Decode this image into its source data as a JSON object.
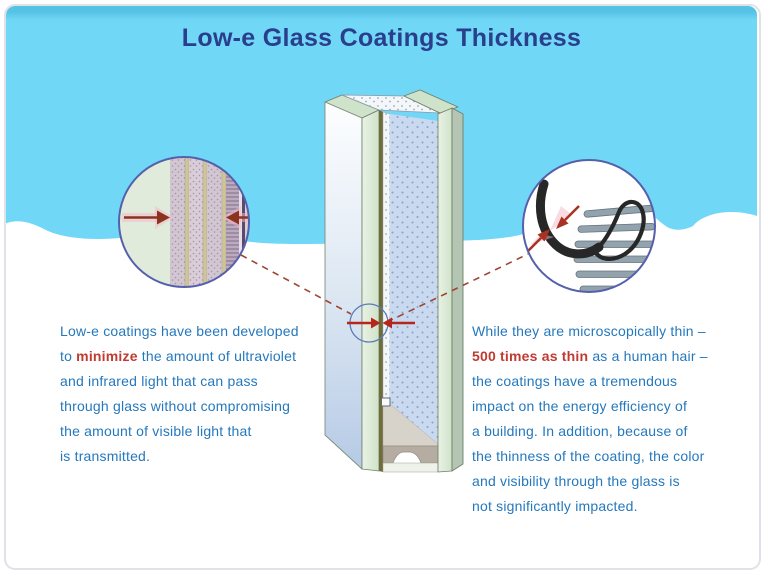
{
  "title": "Low-e Glass Coatings Thickness",
  "paragraphs": {
    "left": {
      "lines": [
        [
          {
            "t": "Low-e coatings have been developed"
          }
        ],
        [
          {
            "t": "to "
          },
          {
            "t": "minimize",
            "hl": true
          },
          {
            "t": " the amount of ultraviolet"
          }
        ],
        [
          {
            "t": "and infrared light that can pass"
          }
        ],
        [
          {
            "t": "through glass without compromising"
          }
        ],
        [
          {
            "t": "the amount of visible light that"
          }
        ],
        [
          {
            "t": "is transmitted."
          }
        ]
      ]
    },
    "right": {
      "lines": [
        [
          {
            "t": "While they are microscopically thin –"
          }
        ],
        [
          {
            "t": "500 times as thin",
            "hl": true
          },
          {
            "t": " as a human hair –"
          }
        ],
        [
          {
            "t": "the coatings have a tremendous"
          }
        ],
        [
          {
            "t": "impact on the energy efficiency of"
          }
        ],
        [
          {
            "t": "a building. In addition, because of"
          }
        ],
        [
          {
            "t": "the thinness of the coating, the color"
          }
        ],
        [
          {
            "t": "and visibility through the glass is"
          }
        ],
        [
          {
            "t": "not significantly impacted."
          }
        ]
      ]
    }
  },
  "illustration": {
    "glass_unit": "double-pane low-e glass cross-section",
    "left_inset": "magnified low-e coating layers on glass",
    "right_inset": "human hair compared to stack of coating layers",
    "colors": {
      "sky": "#70d7f6",
      "title_text": "#293f8c",
      "body_text": "#2478bd",
      "highlight_text": "#c03a32",
      "magnifier_border": "#5560ac",
      "dashed_connector": "#9c4633",
      "arrow_red": "#b5271d",
      "coating_line": "#6e6c38"
    }
  }
}
